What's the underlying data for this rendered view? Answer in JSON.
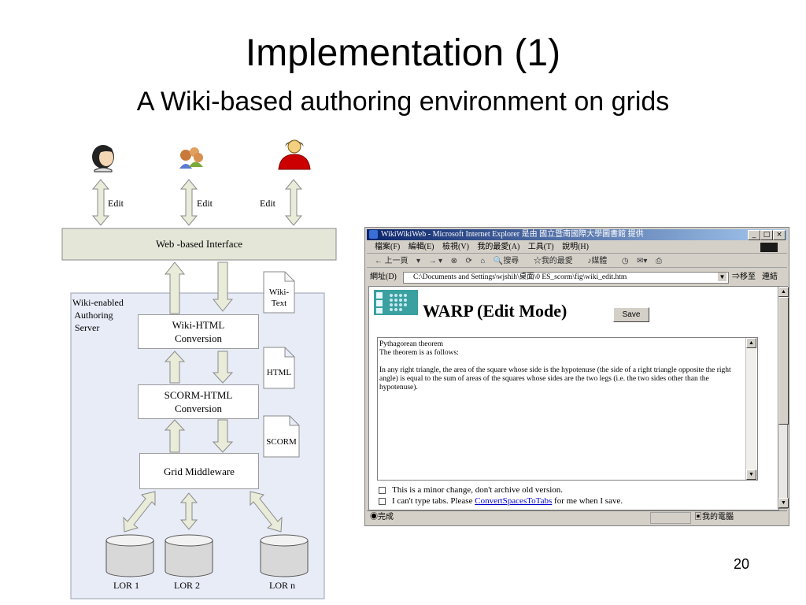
{
  "slide": {
    "title": "Implementation (1)",
    "subtitle": "A Wiki-based authoring environment on grids",
    "page_number": "20"
  },
  "diagram": {
    "edit_labels": [
      "Edit",
      "Edit",
      "Edit"
    ],
    "web_interface": "Web -based Interface",
    "server_label_1": "Wiki-enabled",
    "server_label_2": " Authoring",
    "server_label_3": " Server",
    "wiki_html_1": "Wiki-HTML",
    "wiki_html_2": "Conversion",
    "scorm_html_1": "SCORM-HTML",
    "scorm_html_2": "Conversion",
    "grid_middleware": "Grid Middleware",
    "doc_wiki_text_1": "Wiki-",
    "doc_wiki_text_2": "Text",
    "doc_html": "HTML",
    "doc_scorm": "SCORM",
    "lor": [
      "LOR 1",
      "LOR 2",
      "LOR n"
    ],
    "user_icons": [
      "user-woman-icon",
      "user-group-icon",
      "user-man-red-icon"
    ],
    "colors": {
      "server_bg": "#e8ecf7",
      "interface_bg": "#e4e7d8",
      "arrow_fill": "#e8ecd8",
      "red_user": "#cc0000"
    }
  },
  "browser": {
    "window_title": "WikiWikiWeb - Microsoft Internet Explorer 是由 國立暨南國際大學圖書館 提供",
    "menu": [
      "檔案(F)",
      "編輯(E)",
      "檢視(V)",
      "我的最愛(A)",
      "工具(T)",
      "說明(H)"
    ],
    "toolbar": [
      "上一頁",
      "搜尋",
      "我的最愛",
      "媒體"
    ],
    "address_label": "網址(D)",
    "address_value": "C:\\Documents and Settings\\wjshih\\桌面\\0 ES_scorm\\fig\\wiki_edit.htm",
    "go_label": "移至",
    "links_label": "連結",
    "page_heading": "WARP (Edit Mode)",
    "save_label": "Save",
    "edit_text": "Pythagorean theorem\nThe theorem is as follows:\n\nIn any right triangle, the area of the square whose side is the hypotenuse (the side of a right triangle opposite the right angle) is equal to the sum of areas of the squares whose sides are the two legs (i.e. the two sides other than the hypotenuse).",
    "checkbox_1": "This is a minor change, don't archive old version.",
    "checkbox_2_pre": "I can't type tabs. Please ",
    "checkbox_2_link": "ConvertSpacesToTabs",
    "checkbox_2_post": " for me when I save.",
    "status_left": "完成",
    "status_right": "我的電腦"
  }
}
